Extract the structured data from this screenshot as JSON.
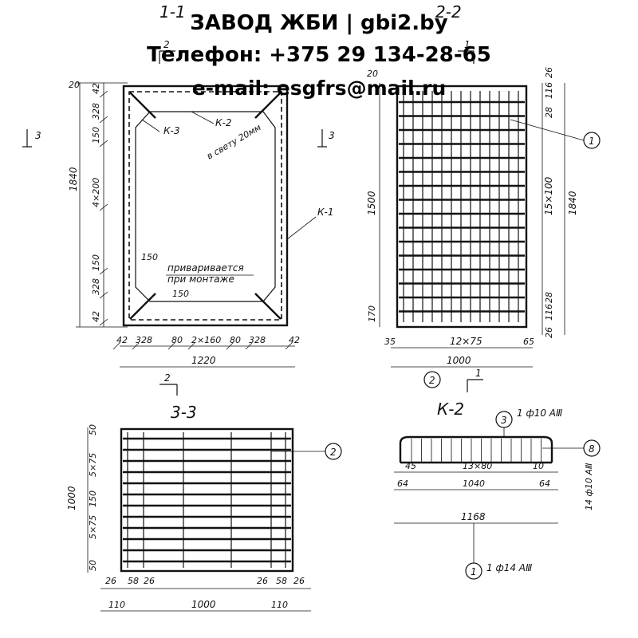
{
  "banner": {
    "line1": "ЗАВОД ЖБИ | gbi2.by",
    "line2": "Телефон: +375 29 134-28-65",
    "line3": "e-mail: esgfrs@mail.ru"
  },
  "views": {
    "section_1_1": {
      "title": "1-1",
      "cut_top": "2",
      "cut_side": "3",
      "cut_side_right": "3",
      "cut_bottom": "2",
      "left_dims": [
        "20",
        "42",
        "328",
        "150",
        "4×200",
        "150",
        "328",
        "42"
      ],
      "overall_height": "1840",
      "bottom_dims": [
        "42",
        "328",
        "80",
        "2×160",
        "80",
        "328",
        "42"
      ],
      "overall_width": "1220",
      "labels": {
        "k3": "К-3",
        "k2": "К-2",
        "k1": "К-1",
        "clear": "в свету 20мм",
        "weld_1": "приваривается",
        "weld_2": "при монтаже",
        "inner_150a": "150",
        "inner_150b": "150"
      }
    },
    "section_2_2": {
      "title": "2-2",
      "cut_top": "1",
      "cut_bottom": "1",
      "left_dims": [
        "20",
        "1500",
        "170"
      ],
      "right_dims": [
        "26",
        "116",
        "28",
        "15×100",
        "28",
        "116",
        "26"
      ],
      "overall_height": "1840",
      "bottom_dims": [
        "35",
        "12×75",
        "65"
      ],
      "overall_width": "1000",
      "callouts": [
        "1",
        "2"
      ]
    },
    "section_3_3": {
      "title": "3-3",
      "left_dims": [
        "50",
        "5×75",
        "150",
        "5×75",
        "50"
      ],
      "overall_height": "1000",
      "bottom_dims": [
        "26",
        "58",
        "26",
        "26",
        "58",
        "26"
      ],
      "bottom_dims2": [
        "110",
        "1000",
        "110"
      ],
      "callout": "2"
    },
    "frame_k2": {
      "title": "К-2",
      "top_bar": "1 ф10 АⅢ",
      "top_mark": "3",
      "side_bar": "14 ф10 АⅢ",
      "side_mark": "8",
      "inner_dims": [
        "45",
        "13×80",
        "10"
      ],
      "dims_row2": [
        "64",
        "1040",
        "64"
      ],
      "overall": "1168",
      "bottom_bar": "1 ф14 АⅢ",
      "bottom_mark": "1"
    }
  }
}
